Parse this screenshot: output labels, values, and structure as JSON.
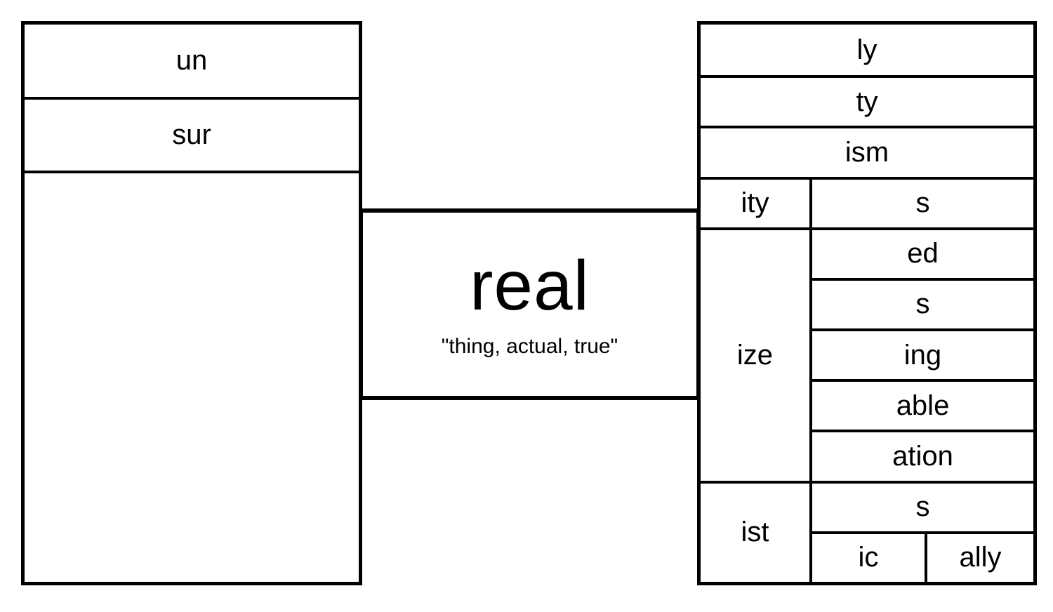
{
  "colors": {
    "background": "#ffffff",
    "line": "#000000",
    "text": "#000000"
  },
  "matrix": {
    "root": {
      "word": "real",
      "gloss": "\"thing, actual, true\""
    },
    "prefixes": {
      "un": "un",
      "sur": "sur"
    },
    "suffixes": {
      "ly": "ly",
      "ty": "ty",
      "ism": "ism",
      "ity": "ity",
      "s_after_ity": "s",
      "ize": "ize",
      "ed": "ed",
      "s_after_ize": "s",
      "ing": "ing",
      "able": "able",
      "ation": "ation",
      "ist": "ist",
      "s_after_ist": "s",
      "ic": "ic",
      "ally": "ally"
    }
  }
}
